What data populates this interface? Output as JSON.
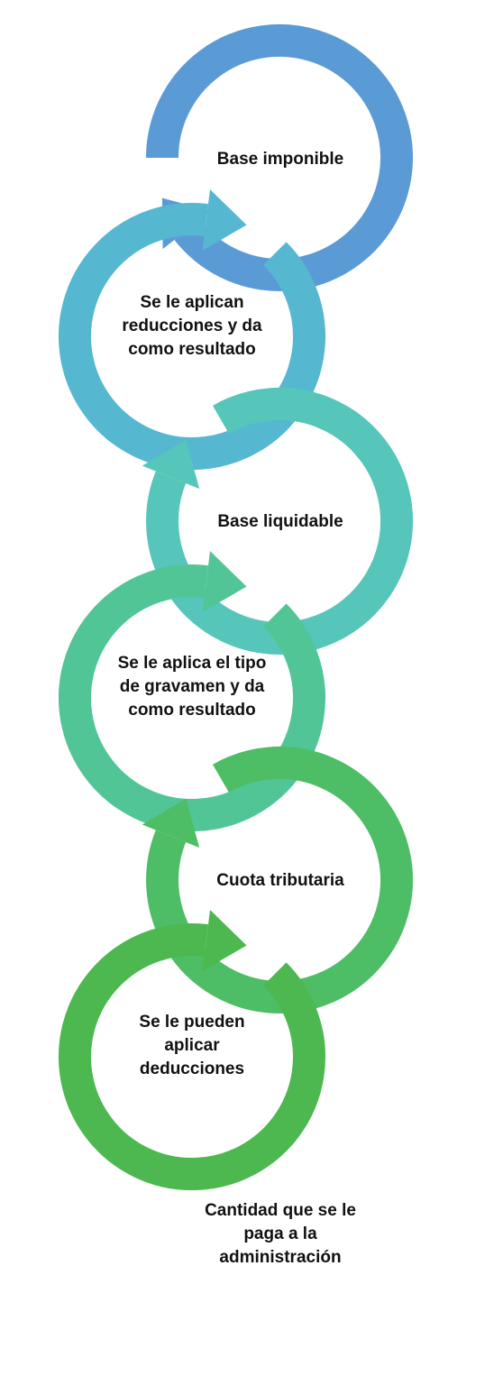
{
  "steps": [
    {
      "id": "base-imponible",
      "lines": [
        "Base imponible"
      ],
      "color": "#5b9bd5"
    },
    {
      "id": "reducciones",
      "lines": [
        "Se le aplican",
        "reducciones y da",
        "como resultado"
      ],
      "color": "#56b7d1"
    },
    {
      "id": "base-liquidable",
      "lines": [
        "Base liquidable"
      ],
      "color": "#55c6b9"
    },
    {
      "id": "tipo-gravamen",
      "lines": [
        "Se le aplica el tipo",
        "de gravamen y da",
        "como resultado"
      ],
      "color": "#52c597"
    },
    {
      "id": "cuota-tributaria",
      "lines": [
        "Cuota tributaria"
      ],
      "color": "#4dbd66"
    },
    {
      "id": "deducciones",
      "lines": [
        "Se le pueden",
        "aplicar",
        "deducciones"
      ],
      "color": "#4cb84f"
    },
    {
      "id": "cantidad-final",
      "lines": [
        "Cantidad que se le",
        "paga a la",
        "administración"
      ],
      "color": "#70ad47"
    }
  ]
}
